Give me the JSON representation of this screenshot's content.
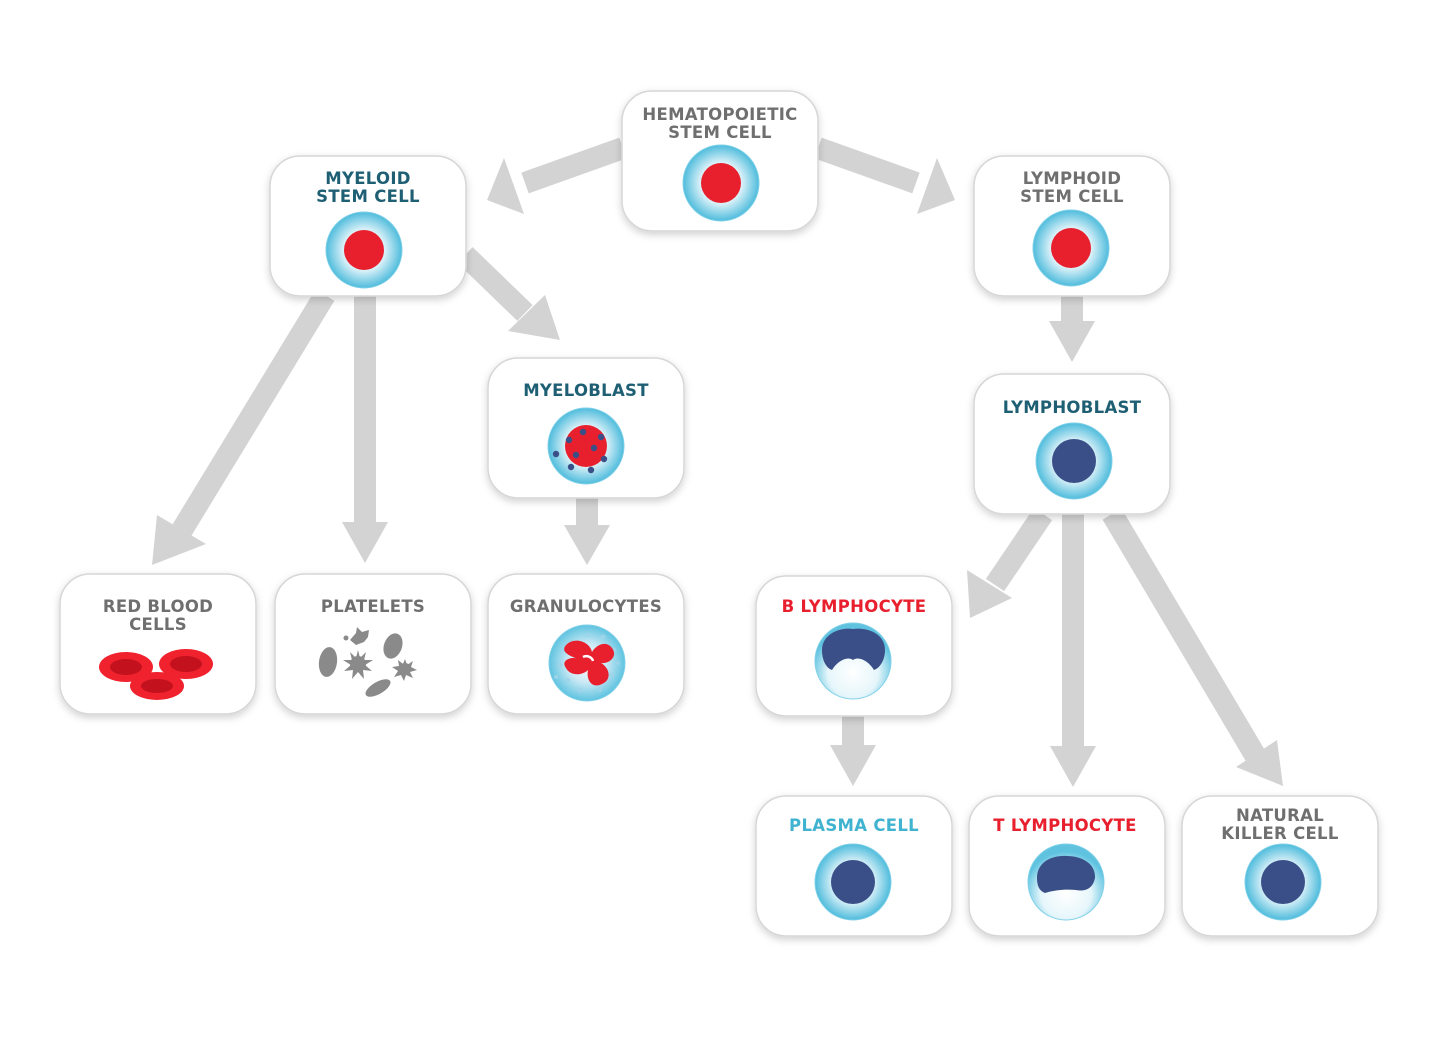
{
  "colors": {
    "box_border": "#d6d6d6",
    "arrow": "#d3d3d3",
    "title_teal": "#1e5f74",
    "title_gray": "#6f6f6f",
    "title_red": "#e8202e",
    "title_cyan": "#3fb3d0",
    "nucleus_red": "#e8202e",
    "nucleus_blue": "#3a4f88",
    "cytoplasm": "#5fc3e0",
    "platelet_gray": "#8a8a8a"
  },
  "nodes": {
    "hematopoietic": {
      "line1": "HEMATOPOIETIC",
      "line2": "STEM CELL",
      "icon": "stem-cell-red-nucleus"
    },
    "myeloid": {
      "line1": "MYELOID",
      "line2": "STEM CELL",
      "icon": "stem-cell-red-nucleus"
    },
    "lymphoid": {
      "line1": "LYMPHOID",
      "line2": "STEM CELL",
      "icon": "stem-cell-red-nucleus"
    },
    "myeloblast": {
      "label": "MYELOBLAST",
      "icon": "myeloblast-cell"
    },
    "lymphoblast": {
      "label": "LYMPHOBLAST",
      "icon": "lymphoblast-cell"
    },
    "red_blood_cells": {
      "line1": "RED BLOOD",
      "line2": "CELLS",
      "icon": "red-blood-cells"
    },
    "platelets": {
      "label": "PLATELETS",
      "icon": "platelets"
    },
    "granulocytes": {
      "label": "GRANULOCYTES",
      "icon": "granulocyte-cell"
    },
    "b_lymphocyte": {
      "label": "B LYMPHOCYTE",
      "icon": "b-lymphocyte-cell"
    },
    "plasma_cell": {
      "label": "PLASMA CELL",
      "icon": "plasma-cell"
    },
    "t_lymphocyte": {
      "label": "T LYMPHOCYTE",
      "icon": "t-lymphocyte-cell"
    },
    "nk_cell": {
      "line1": "NATURAL",
      "line2": "KILLER CELL",
      "icon": "nk-cell"
    }
  }
}
